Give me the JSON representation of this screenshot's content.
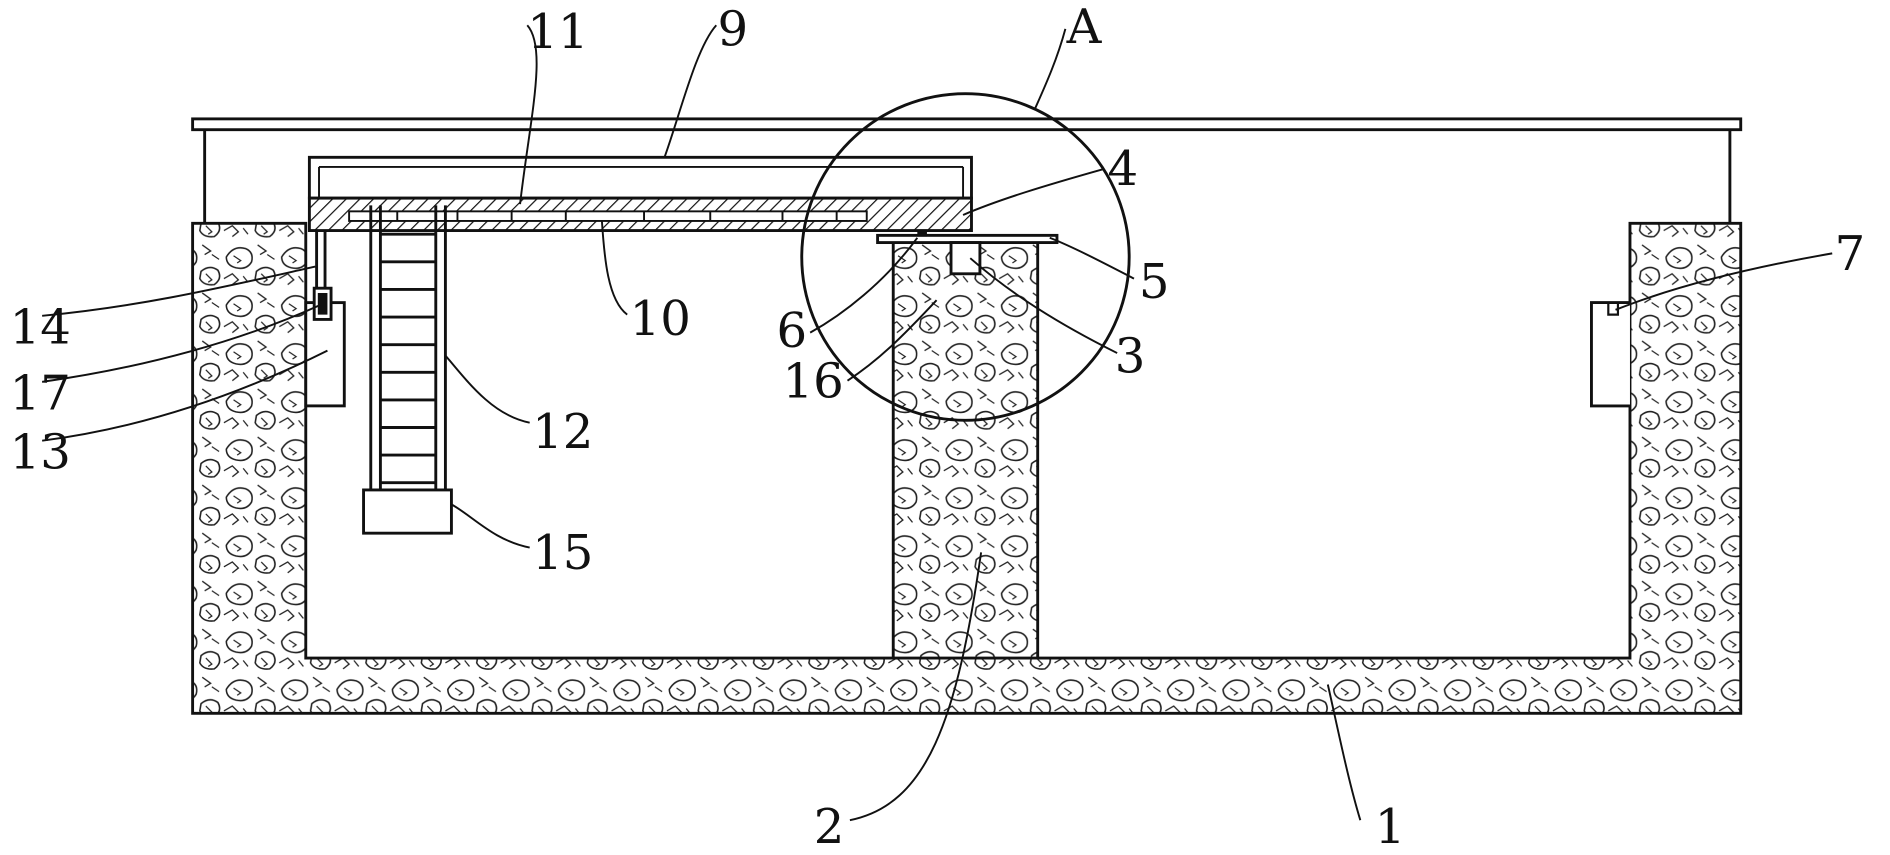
{
  "figure": {
    "labels": {
      "l1": "1",
      "l2": "2",
      "l3": "3",
      "l4": "4",
      "l5": "5",
      "l6": "6",
      "l7": "7",
      "l9": "9",
      "l10": "10",
      "l11": "11",
      "l12": "12",
      "l13": "13",
      "l14": "14",
      "l15": "15",
      "l16": "16",
      "l17": "17",
      "detail_a": "A"
    }
  }
}
